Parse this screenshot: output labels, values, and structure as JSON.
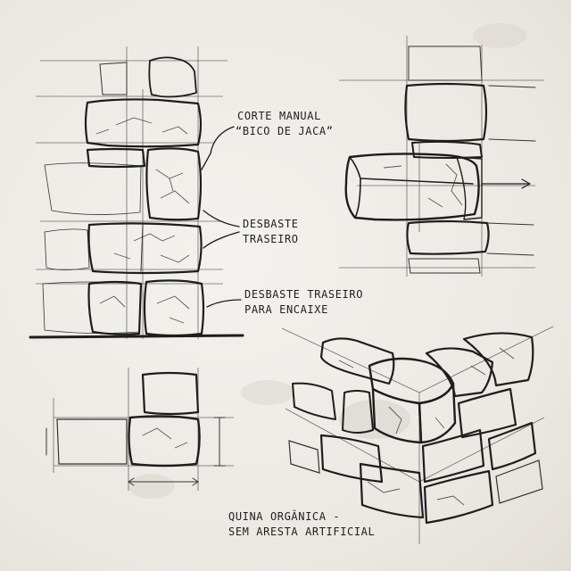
{
  "annotations": {
    "corte_manual_line1": "CORTE MANUAL",
    "corte_manual_line2": "“BICO DE JACA”",
    "desbaste_traseiro_line1": "DESBASTE",
    "desbaste_traseiro_line2": "TRASEIRO",
    "desbaste_encaixe_line1": "DESBASTE TRASEIRO",
    "desbaste_encaixe_line2": "PARA ENCAIXE",
    "quina_line1": "QUINA ORGÂNICA -",
    "quina_line2": "SEM ARESTA ARTIFICIAL"
  },
  "colors": {
    "paper": "#ece9e3",
    "ink": "#1d1d1d",
    "shade": "#8a8a8a"
  }
}
